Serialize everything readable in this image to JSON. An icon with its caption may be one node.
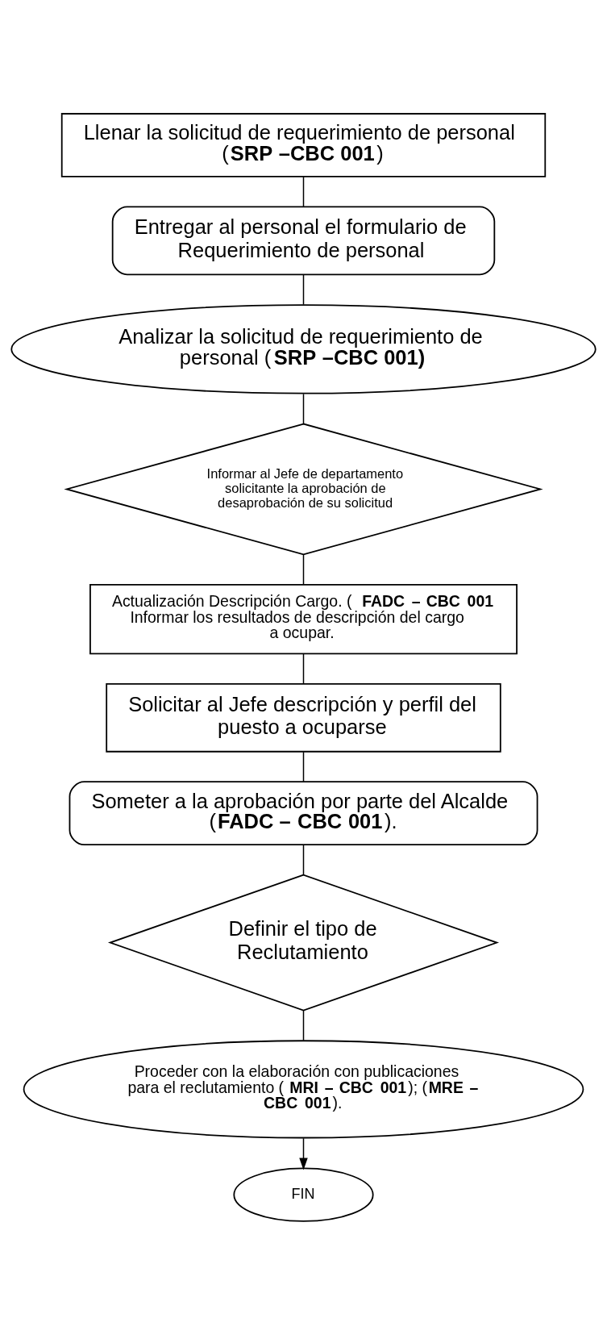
{
  "diagram": {
    "nodes": [
      {
        "text": [
          "Llenar la solicitud de requerimiento de personal (**SRP –CBC 001**)"
        ]
      },
      {
        "text": [
          "Entregar al personal el formulario de Requerimiento de personal"
        ]
      },
      {
        "text": [
          "Analizar la solicitud de requerimiento de personal (**SRP –CBC 001)**"
        ]
      },
      {
        "text": [
          "Informar al Jefe de departamento solicitante la aprobación de desaprobación de su solicitud"
        ]
      },
      {
        "text": [
          "Actualización Descripción Cargo. (**FADC – CBC 001**",
          "Informar los resultados de descripción del cargo a ocupar."
        ]
      },
      {
        "text": [
          "Solicitar al Jefe descripción y perfil del puesto a ocuparse"
        ]
      },
      {
        "text": [
          "Someter a la aprobación por parte del Alcalde (**FADC – CBC 001**)."
        ]
      },
      {
        "text": [
          "Definir el tipo de Reclutamiento"
        ]
      },
      {
        "text": [
          "Proceder con la elaboración con publicaciones para el reclutamiento (**MRI – CBC 001**); (**MRE – CBC 001**)."
        ]
      },
      {
        "text": [
          "FIN"
        ]
      }
    ],
    "edges": [
      {
        "from": 0,
        "to": 1,
        "arrow": "none"
      },
      {
        "from": 1,
        "to": 2,
        "arrow": "none"
      },
      {
        "from": 2,
        "to": 3,
        "arrow": "none"
      },
      {
        "from": 3,
        "to": 4,
        "arrow": "none"
      },
      {
        "from": 4,
        "to": 5,
        "arrow": "none"
      },
      {
        "from": 5,
        "to": 6,
        "arrow": "none"
      },
      {
        "from": 6,
        "to": 7,
        "arrow": "none"
      },
      {
        "from": 7,
        "to": 8,
        "arrow": "none"
      },
      {
        "from": 8,
        "to": 9,
        "arrow": "to"
      }
    ]
  }
}
